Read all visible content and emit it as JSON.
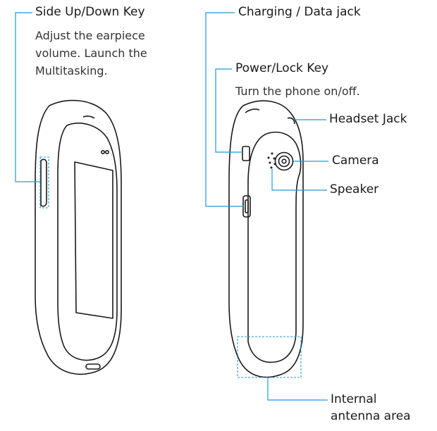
{
  "labels": {
    "side_key": "Side Up/Down Key",
    "side_key_desc_1": "Adjust the earpiece",
    "side_key_desc_2": "volume. Launch the",
    "side_key_desc_3": "Multitasking.",
    "charging": "Charging / Data jack",
    "power": "Power/Lock Key",
    "power_desc": "Turn the phone on/off.",
    "headset": "Headset Jack",
    "camera": "Camera",
    "speaker": "Speaker",
    "antenna_1": "Internal",
    "antenna_2": "antenna area"
  },
  "colors": {
    "leader": "#1e9ad6",
    "outline": "#1a1a1a",
    "text": "#1a1a1a"
  }
}
